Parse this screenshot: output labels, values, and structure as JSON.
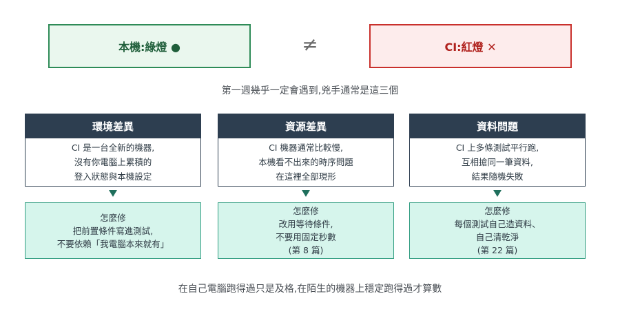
{
  "status": {
    "local": "本機:綠燈 ●",
    "not_equal": "≠",
    "ci": "CI:紅燈 ✕"
  },
  "subtitle": "第一週幾乎一定會遇到,兇手通常是這三個",
  "columns": [
    {
      "title": "環境差異",
      "desc": [
        "CI 是一台全新的機器,",
        "沒有你電腦上累積的",
        "登入狀態與本機設定"
      ],
      "fix": [
        "怎麼修",
        "把前置條件寫進測試,",
        "不要依賴「我電腦本來就有」"
      ]
    },
    {
      "title": "資源差異",
      "desc": [
        "CI 機器通常比較慢,",
        "本機看不出來的時序問題",
        "在這裡全部現形"
      ],
      "fix": [
        "怎麼修",
        "改用等待條件,",
        "不要用固定秒數",
        "(第 8 篇)"
      ]
    },
    {
      "title": "資料問題",
      "desc": [
        "CI 上多條測試平行跑,",
        "互相搶同一筆資料,",
        "結果隨機失敗"
      ],
      "fix": [
        "怎麼修",
        "每個測試自己造資料、",
        "自己清乾淨",
        "(第 22 篇)"
      ]
    }
  ],
  "footer": "在自己電腦跑得過只是及格,在陌生的機器上穩定跑得過才算數",
  "colors": {
    "local_border": "#2e8b57",
    "ci_border": "#c9302c",
    "header_bg": "#2d3e50",
    "fix_bg": "#d6f5ec",
    "arrow": "#1f6f5c"
  }
}
